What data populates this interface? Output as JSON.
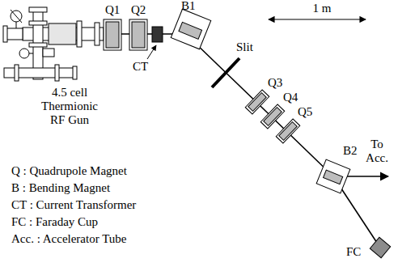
{
  "diagram": {
    "labels": [
      "1 m",
      "Q1",
      "Q2",
      "B1",
      "CT",
      "Slit",
      "Q3",
      "Q4",
      "Q5",
      "B2",
      "To Acc.",
      "FC",
      "4.5 cell Thermionic RF Gun",
      "Q : Quadrupole Magnet",
      "B : Bending Magnet",
      "CT : Current Transformer",
      "FC : Faraday Cup",
      "Acc. : Accelerator Tube"
    ]
  }
}
